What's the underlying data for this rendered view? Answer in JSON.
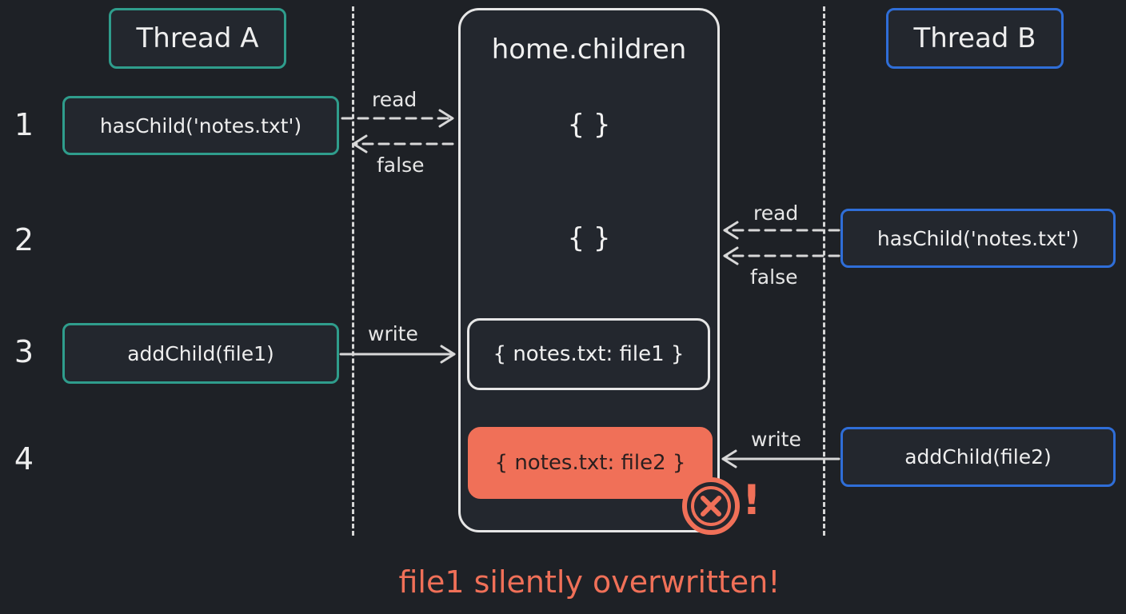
{
  "threads": {
    "a": {
      "title": "Thread A",
      "color": "#2f9d8c"
    },
    "b": {
      "title": "Thread B",
      "color": "#2f6ed8"
    }
  },
  "shared": {
    "title": "home.children",
    "states": [
      {
        "step": "1",
        "text": "{ }"
      },
      {
        "step": "2",
        "text": "{ }"
      },
      {
        "step": "3",
        "text": "{ notes.txt: file1 }"
      },
      {
        "step": "4",
        "text": "{ notes.txt: file2 }"
      }
    ]
  },
  "steps": [
    "1",
    "2",
    "3",
    "4"
  ],
  "calls": {
    "a_step1": "hasChild('notes.txt')",
    "b_step2": "hasChild('notes.txt')",
    "a_step3": "addChild(file1)",
    "b_step4": "addChild(file2)"
  },
  "arrow_labels": {
    "a1_read": "read",
    "a1_false": "false",
    "b2_read": "read",
    "b2_false": "false",
    "a3_write": "write",
    "b4_write": "write"
  },
  "error": {
    "bang": "!",
    "caption": "file1 silently overwritten!",
    "accent": "#f07058"
  },
  "icons": {
    "conflict": "close-circle-icon"
  }
}
